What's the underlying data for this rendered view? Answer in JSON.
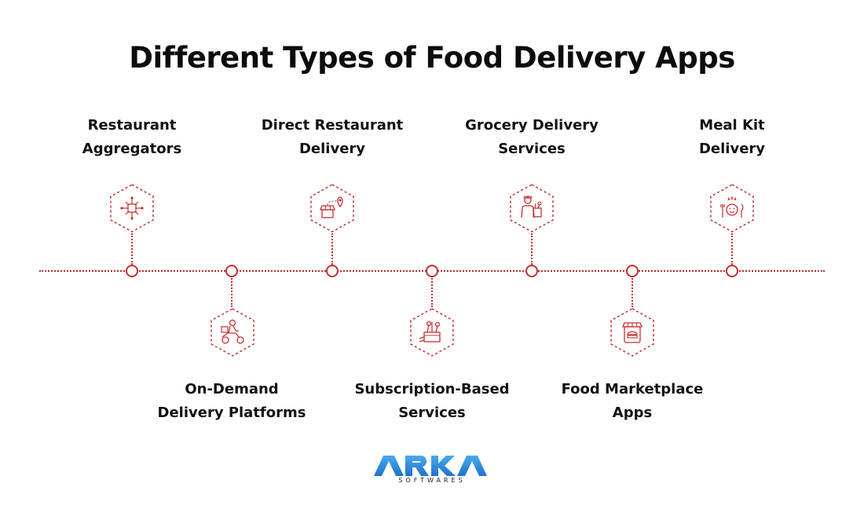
{
  "title": "Different Types of Food Delivery Apps",
  "items": [
    {
      "line1": "Restaurant",
      "line2": "Aggregators",
      "icon": "network-hub-icon",
      "position": "top"
    },
    {
      "line1": "On-Demand",
      "line2": "Delivery Platforms",
      "icon": "delivery-scooter-icon",
      "position": "bottom"
    },
    {
      "line1": "Direct Restaurant",
      "line2": "Delivery",
      "icon": "store-location-icon",
      "position": "top"
    },
    {
      "line1": "Subscription-Based",
      "line2": "Services",
      "icon": "food-box-icon",
      "position": "bottom"
    },
    {
      "line1": "Grocery Delivery",
      "line2": "Services",
      "icon": "grocery-courier-icon",
      "position": "top"
    },
    {
      "line1": "Food Marketplace",
      "line2": "Apps",
      "icon": "marketplace-jar-icon",
      "position": "bottom"
    },
    {
      "line1": "Meal Kit",
      "line2": "Delivery",
      "icon": "meal-kit-icon",
      "position": "top"
    }
  ],
  "logo": {
    "name": "ARKA",
    "tagline": "SOFTWARES"
  },
  "colors": {
    "accent": "#c62f2f",
    "logo": "#2f8fe0",
    "title": "#0c0c0c"
  }
}
